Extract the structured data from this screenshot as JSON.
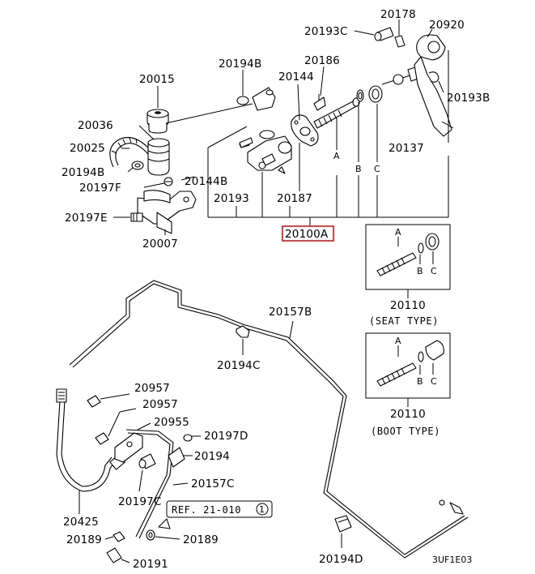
{
  "diagram": {
    "highlight_color": "#d2191c",
    "parts": {
      "p20178": "20178",
      "p20920": "20920",
      "p20193C": "20193C",
      "p20194B_top": "20194B",
      "p20186": "20186",
      "p20015": "20015",
      "p20144": "20144",
      "p20193B": "20193B",
      "p20036": "20036",
      "p20025": "20025",
      "p20194B_left": "20194B",
      "p20137": "20137",
      "p20144B": "20144B",
      "p20197F": "20197F",
      "p20193": "20193",
      "p20187": "20187",
      "p20197E": "20197E",
      "p20007": "20007",
      "p20100A": "20100A",
      "p20110_seat": "20110",
      "p20110_boot": "20110",
      "p20157B": "20157B",
      "p20194C": "20194C",
      "p20957_a": "20957",
      "p20957_b": "20957",
      "p20955": "20955",
      "p20197D": "20197D",
      "p20194": "20194",
      "p20197C": "20197C",
      "p20157C": "20157C",
      "p20425": "20425",
      "p20189_a": "20189",
      "p20189_b": "20189",
      "p20191": "20191",
      "p20194D": "20194D"
    },
    "letters": {
      "a": "A",
      "b": "B",
      "c": "C"
    },
    "captions": {
      "seat_type": "(SEAT TYPE)",
      "boot_type": "(BOOT TYPE)"
    },
    "reference": {
      "text": "REF. 21-010",
      "circle_num": "1"
    },
    "code": "3UF1E03"
  }
}
